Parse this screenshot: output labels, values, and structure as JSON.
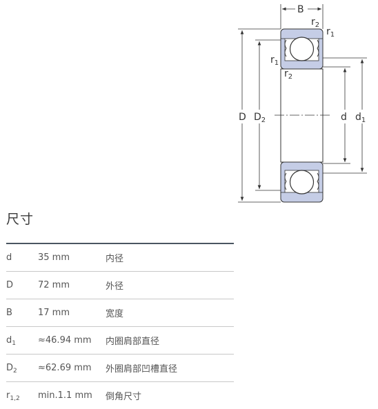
{
  "drawing": {
    "labels": {
      "B": "B",
      "D": "D",
      "D2": "D",
      "D2_sub": "2",
      "d": "d",
      "d1": "d",
      "d1_sub": "1",
      "r1_top": "r",
      "r1_top_sub": "1",
      "r2_top": "r",
      "r2_top_sub": "2",
      "r1_left": "r",
      "r1_left_sub": "1",
      "r2_inner": "r",
      "r2_inner_sub": "2"
    },
    "colors": {
      "ring": "#c5cde6",
      "ball": "#ffffff",
      "line": "#333333"
    }
  },
  "section_title": "尺寸",
  "dimensions": [
    {
      "symbol": "d",
      "sub": "",
      "value": "35 mm",
      "description": "内径"
    },
    {
      "symbol": "D",
      "sub": "",
      "value": "72 mm",
      "description": "外径"
    },
    {
      "symbol": "B",
      "sub": "",
      "value": "17 mm",
      "description": "宽度"
    },
    {
      "symbol": "d",
      "sub": "1",
      "value": "≈46.94 mm",
      "description": "内圈肩部直径"
    },
    {
      "symbol": "D",
      "sub": "2",
      "value": "≈62.69 mm",
      "description": "外圈肩部凹槽直径"
    },
    {
      "symbol": "r",
      "sub": "1,2",
      "value": "min.1.1 mm",
      "description": "倒角尺寸"
    }
  ]
}
